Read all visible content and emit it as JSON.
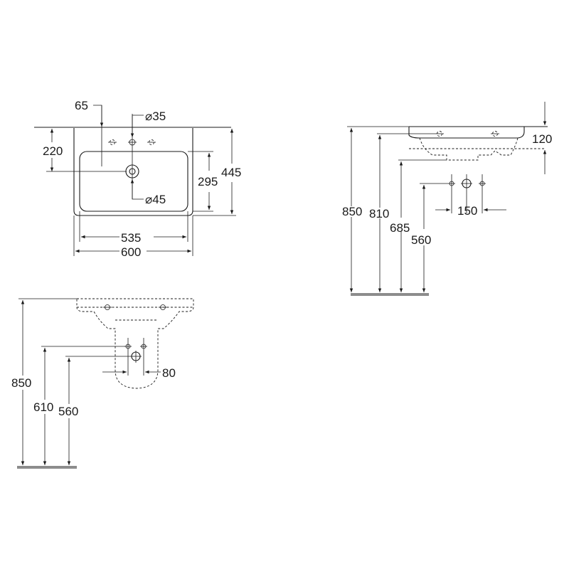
{
  "top_view": {
    "dim_65": "65",
    "dim_220": "220",
    "dim_dia35": "⌀35",
    "dim_295": "295",
    "dim_445": "445",
    "dim_dia45": "⌀45",
    "dim_535": "535",
    "dim_600": "600"
  },
  "side_view": {
    "dim_850": "850",
    "dim_810": "810",
    "dim_685": "685",
    "dim_560": "560",
    "dim_120": "120",
    "dim_150": "150"
  },
  "front_view": {
    "dim_850": "850",
    "dim_610": "610",
    "dim_560": "560",
    "dim_80": "80"
  }
}
